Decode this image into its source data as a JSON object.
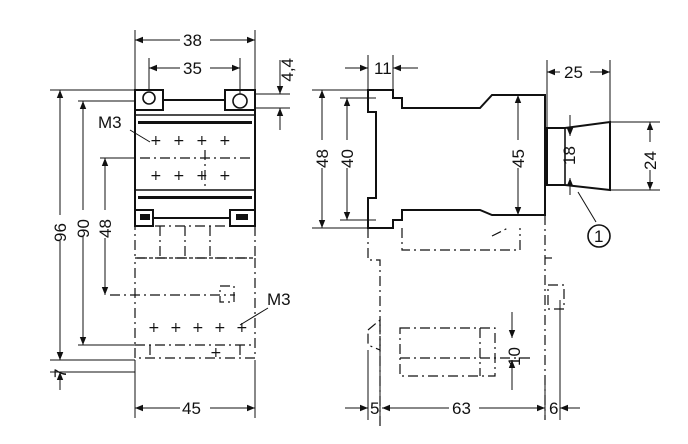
{
  "front_view": {
    "dims": {
      "top_outer": "38",
      "top_inner": "35",
      "hole": "4,4",
      "height_total": "96",
      "height_holes": "90",
      "height_body": "48",
      "bottom_offset": "7",
      "width": "45"
    },
    "labels": {
      "screw_top": "M3",
      "screw_bottom": "M3"
    }
  },
  "side_view": {
    "dims": {
      "top_offset": "11",
      "h48": "48",
      "h40": "40",
      "h45": "45",
      "accessory_width": "25",
      "h18": "18",
      "h24": "24",
      "h10": "10",
      "bottom_left": "5",
      "depth": "63",
      "bottom_right": "6"
    },
    "labels": {
      "callout": "1"
    }
  }
}
